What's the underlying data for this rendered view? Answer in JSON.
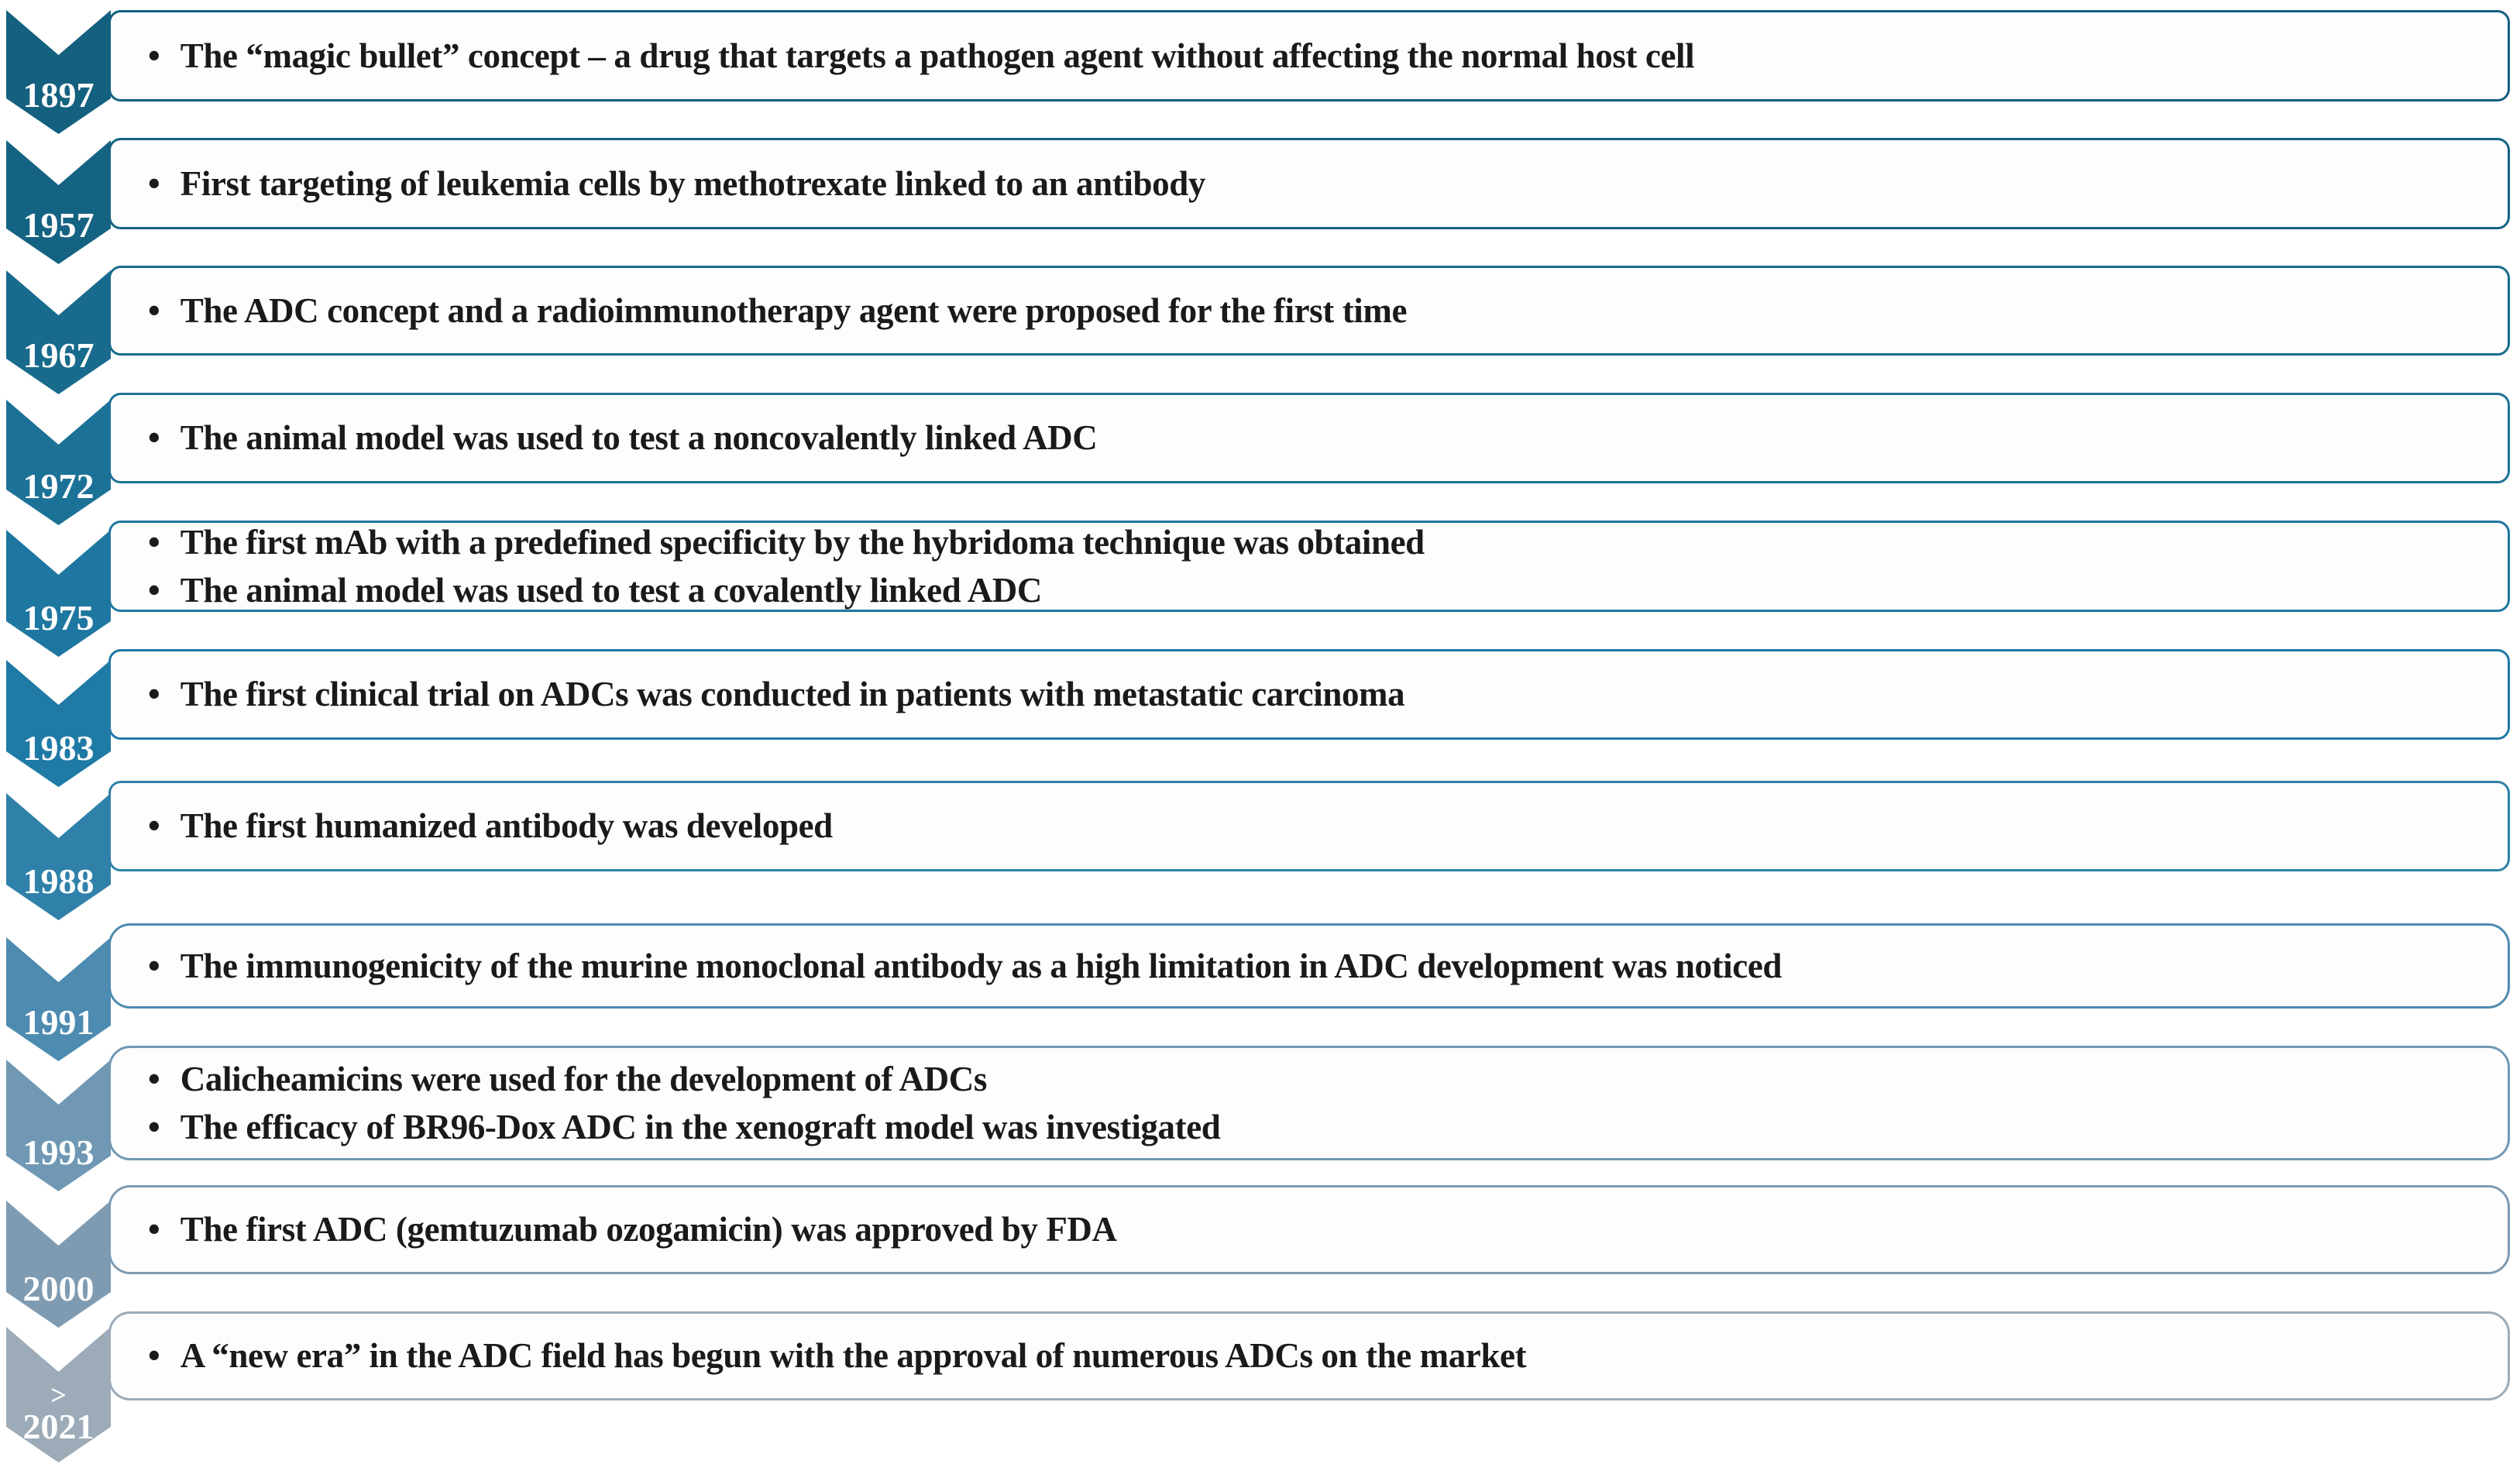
{
  "text_color": "#1a1a1a",
  "box_fill": "#fdfdfe",
  "rows": [
    {
      "year": "1897",
      "color": "#14607F",
      "bullets": [
        "The “magic bullet” concept – a drug that targets a pathogen agent without affecting the normal host cell"
      ]
    },
    {
      "year": "1957",
      "color": "#156382",
      "bullets": [
        "First targeting of leukemia cells by methotrexate linked to an antibody"
      ]
    },
    {
      "year": "1967",
      "color": "#186B8C",
      "bullets": [
        "The ADC concept and a radioimmunotherapy agent were proposed for the first time"
      ]
    },
    {
      "year": "1972",
      "color": "#1C7296",
      "bullets": [
        "The animal model was used to test a noncovalently linked ADC"
      ]
    },
    {
      "year": "1975",
      "color": "#1E77A0",
      "bullets": [
        "The first mAb with a predefined specificity by the hybridoma technique was obtained",
        "The animal model was used to test a covalently linked ADC"
      ]
    },
    {
      "year": "1983",
      "color": "#1F7AA6",
      "bullets": [
        "The first clinical trial on ADCs was conducted in patients with metastatic carcinoma"
      ]
    },
    {
      "year": "1988",
      "color": "#2F81A9",
      "bullets": [
        "The first humanized antibody was developed"
      ]
    },
    {
      "year": "1991",
      "color": "#4D8BB0",
      "bullets": [
        "The immunogenicity of the murine monoclonal antibody as a high limitation in ADC development was noticed"
      ]
    },
    {
      "year": "1993",
      "color": "#7098B4",
      "bullets": [
        "Calicheamicins were used for the development of ADCs",
        "The efficacy of BR96-Dox ADC in the xenograft model was investigated"
      ]
    },
    {
      "year": "2000",
      "color": "#7E9BB2",
      "bullets": [
        "The first ADC (gemtuzumab ozogamicin) was approved by FDA"
      ]
    },
    {
      "year": "2021",
      "year_prefix": ">",
      "color": "#9DABB8",
      "bullets": [
        "A “new era” in the ADC field has begun with the approval of numerous ADCs on the market"
      ]
    }
  ]
}
